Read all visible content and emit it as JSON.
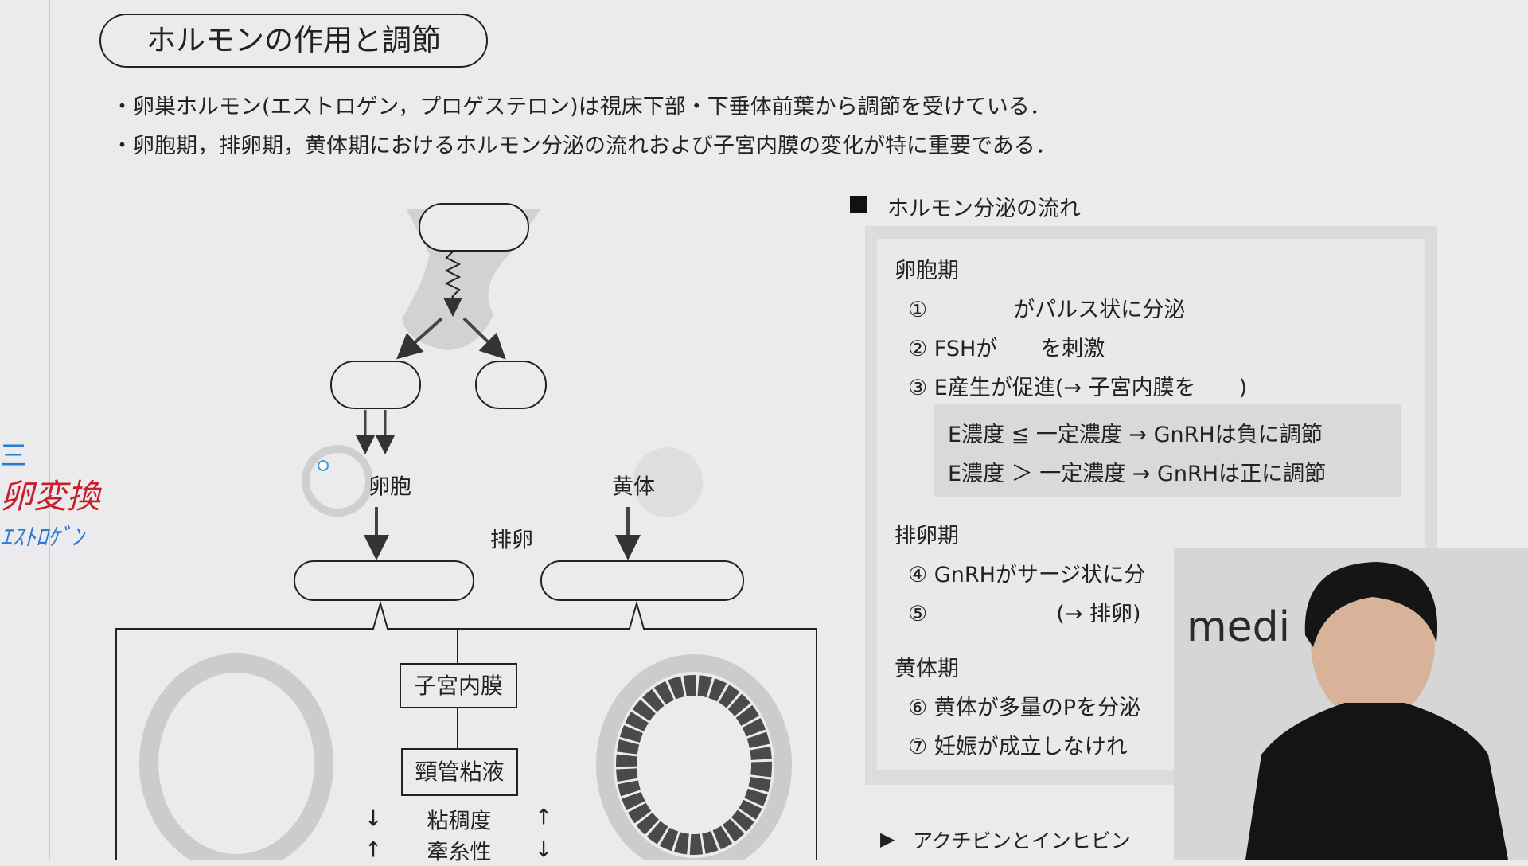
{
  "title": "ホルモンの作用と調節",
  "bullets": [
    "・卵巣ホルモン(エストロゲン，プロゲステロン)は視床下部・下垂体前葉から調節を受けている．",
    "・卵胞期，排卵期，黄体期におけるホルモン分泌の流れおよび子宮内膜の変化が特に重要である．"
  ],
  "annotations": {
    "line1": "三",
    "line2": "卵変換",
    "line3": "ｴｽﾄﾛｹﾞﾝ"
  },
  "diagram": {
    "follicle": "卵胞",
    "corpus_luteum": "黄体",
    "ovulation": "排卵",
    "endometrium": "子宮内膜",
    "cervical_mucus": "頸管粘液",
    "viscosity": "粘稠度",
    "spinnbarkeit": "牽糸性",
    "arrow_down": "↓",
    "arrow_up": "↑"
  },
  "flow": {
    "header": "ホルモン分泌の流れ",
    "follicular": {
      "label": "卵胞期",
      "items": [
        "①　　　　がパルス状に分泌",
        "② FSHが　　を刺激",
        "③ E産生が促進(→ 子宮内膜を　　)"
      ],
      "notes": [
        "E濃度 ≦ 一定濃度 → GnRHは負に調節",
        "E濃度 ＞ 一定濃度 → GnRHは正に調節"
      ]
    },
    "ovulatory": {
      "label": "排卵期",
      "items": [
        "④ GnRHがサージ状に分",
        "⑤　　　　　　(→ 排卵)"
      ]
    },
    "luteal": {
      "label": "黄体期",
      "items": [
        "⑥ 黄体が多量のPを分泌",
        "⑦ 妊娠が成立しなけれ"
      ]
    },
    "next_section": "アクチビンとインヒビン"
  },
  "webcam": {
    "logo_text": "medi"
  }
}
